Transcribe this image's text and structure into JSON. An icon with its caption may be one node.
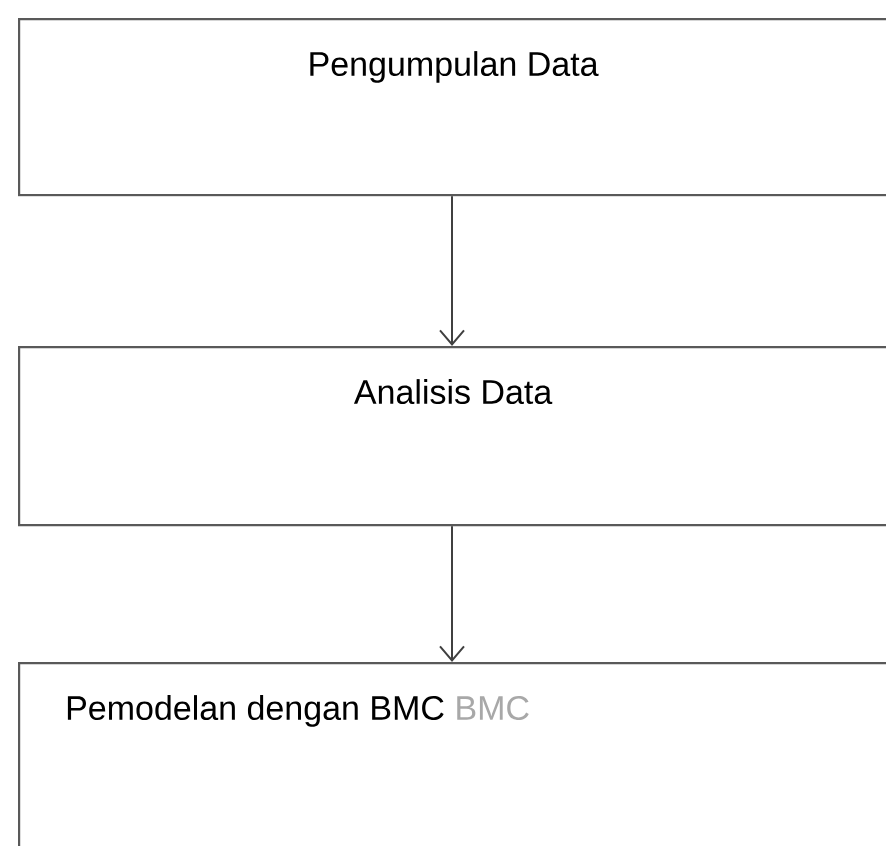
{
  "diagram": {
    "nodes": [
      {
        "text": [
          "Pengumpulan Data"
        ]
      },
      {
        "text": [
          "Analisis Data"
        ]
      },
      {
        "text": [
          "Pemodelan dengan BMC",
          "BMC"
        ]
      }
    ],
    "edges": [
      {
        "from": 0,
        "to": 1,
        "arrow": "to"
      },
      {
        "from": 1,
        "to": 2,
        "arrow": "to"
      }
    ]
  }
}
